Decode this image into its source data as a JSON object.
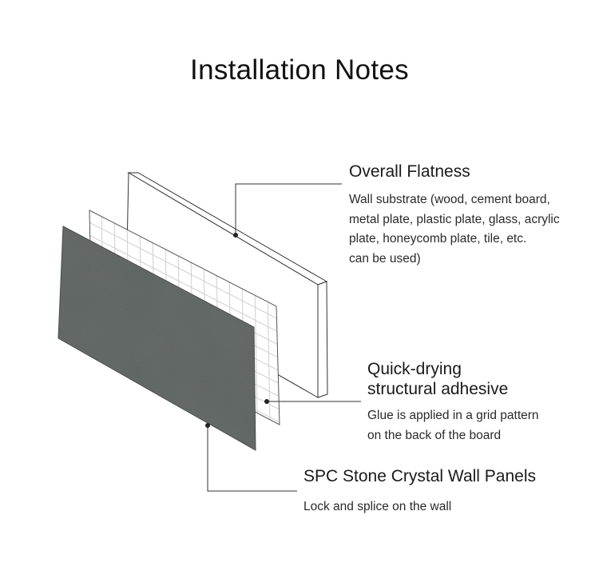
{
  "title": "Installation Notes",
  "layers": {
    "substrate": {
      "heading": "Overall Flatness",
      "description_lines": [
        "Wall substrate (wood, cement board,",
        "metal plate, plastic plate, glass, acrylic",
        "plate, honeycomb plate, tile, etc.",
        "can be used)"
      ]
    },
    "adhesive": {
      "heading_lines": [
        "Quick-drying",
        "structural adhesive"
      ],
      "description_lines": [
        "Glue is applied in a grid pattern",
        "on the back of the board"
      ]
    },
    "panel": {
      "heading": "SPC Stone Crystal Wall Panels",
      "description_lines": [
        "Lock and splice on the wall"
      ]
    }
  },
  "colors": {
    "panel_stone": "#5c615f",
    "panel_stone_dark": "#4a4e4c",
    "line": "#333333",
    "grid": "#c9c9c9"
  }
}
